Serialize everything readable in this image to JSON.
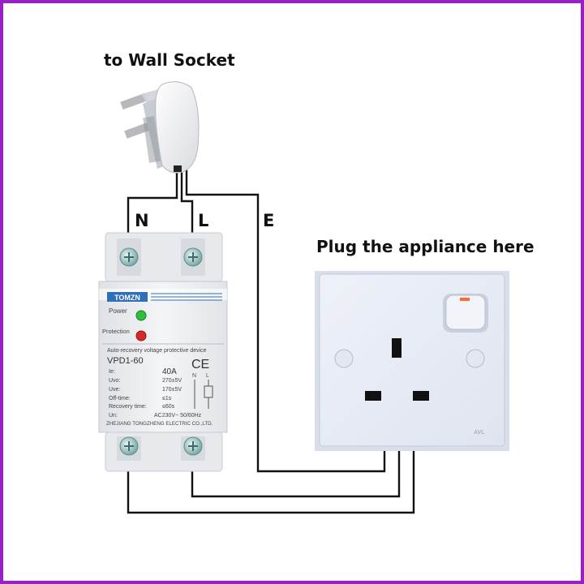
{
  "labels": {
    "wall_socket": "to Wall Socket",
    "neutral": "N",
    "live": "L",
    "earth": "E",
    "appliance": "Plug the appliance here"
  },
  "device": {
    "brand": "TOMZN",
    "power_label": "Power",
    "protection_label": "Protection",
    "description": "Auto-recovery voltage protective device",
    "model": "VPD1-60",
    "ce_mark": "CE",
    "ie_label": "Ie:",
    "ie_value": "40A",
    "uvo_label": "Uvo:",
    "uvo_value": "270±5V",
    "uve_label": "Uve:",
    "uve_value": "170±5V",
    "off_time_label": "Off-time:",
    "off_time_value": "≤1s",
    "recovery_label": "Recovery time:",
    "recovery_value": "≤60s",
    "un_label": "Un:",
    "un_value": "AC230V~ 50/60Hz",
    "manufacturer": "ZHEJIANG TONGZHENG ELECTRIC CO.,LTD.",
    "n_terminal": "N",
    "l_terminal": "L"
  },
  "socket": {
    "maker_mark": "AVL"
  },
  "colors": {
    "frame": "#9a1fc4",
    "wire": "#111111",
    "power_led": "#2fbf3a",
    "protection_led": "#d62a2a",
    "brand_blue": "#2f6fb8",
    "socket_plate": "#e6eaf4",
    "switch_indicator": "#ff6a2a"
  },
  "icons": [
    "uk-plug-icon",
    "din-rail-protector-icon",
    "wall-socket-icon",
    "ce-mark-icon",
    "relay-symbol-icon"
  ]
}
